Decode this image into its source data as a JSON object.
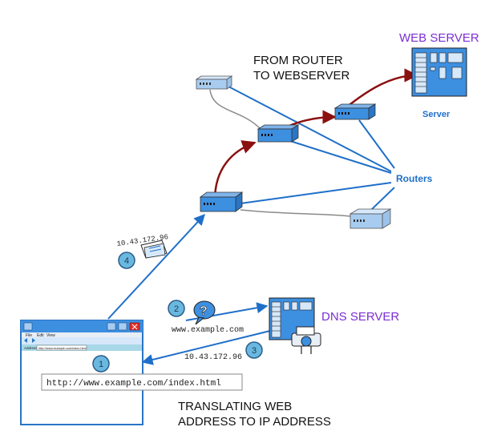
{
  "labels": {
    "web_server": "WEB SERVER",
    "server": "Server",
    "from_router_line1": "FROM ROUTER",
    "from_router_line2": "TO WEBSERVER",
    "routers": "Routers",
    "dns_server": "DNS SERVER",
    "translating_line1": "TRANSLATING WEB",
    "translating_line2": "ADDRESS TO IP ADDRESS"
  },
  "packets": {
    "ip_address_top": "10.43.172.96",
    "domain": "www.example.com",
    "ip_address_bottom": "10.43.172.96"
  },
  "browser": {
    "url_full": "http://www.example.com/index.html",
    "address_label": "Address",
    "address_value": "http://www.example.com/index.html",
    "menu": [
      "File",
      "Edit",
      "View"
    ]
  },
  "steps": [
    "1",
    "2",
    "3",
    "4"
  ],
  "colors": {
    "blue_line": "#1f6fc9",
    "dark_red_arrow": "#8b1010",
    "purple_label": "#7b2fd4",
    "server_label": "#1f6fc9",
    "router_fill": "#3d8fe0",
    "router_light_fill": "#a8ccf0",
    "step_circle": "#6ab8e0"
  },
  "icons": {
    "router": "router-icon",
    "server": "server-icon",
    "browser": "browser-window-icon",
    "query": "question-bubble-icon",
    "envelope": "envelope-icon",
    "printer": "printer-icon"
  }
}
